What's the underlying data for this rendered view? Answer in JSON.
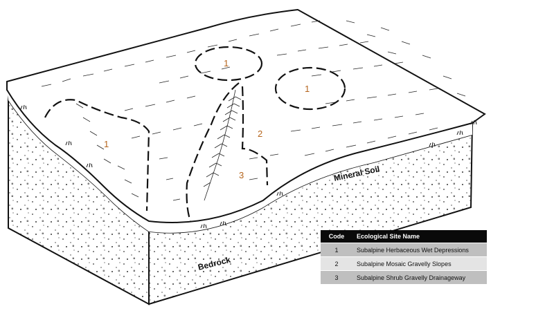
{
  "units": [
    {
      "code": "1",
      "name": "Subalpine Herbaceous Wet Depressions"
    },
    {
      "code": "2",
      "name": "Subalpine Mosaic Gravelly Slopes"
    },
    {
      "code": "3",
      "name": "Subalpine Shrub  Gravelly Drainageway"
    }
  ],
  "labels": {
    "unit_1a": "1",
    "unit_1b": "1",
    "unit_1c": "1",
    "unit_2": "2",
    "unit_3": "3",
    "mineral_soil": "Mineral Soil",
    "bedrock": "Bedrock"
  },
  "legend": {
    "header_code": "Code",
    "header_name": "Ecological Site Name"
  },
  "colors": {
    "unit_label": "#b5651d",
    "legend_header_bg": "#0a0a0a",
    "legend_row_dark": "#bfbfbf",
    "legend_row_light": "#e4e4e4"
  }
}
